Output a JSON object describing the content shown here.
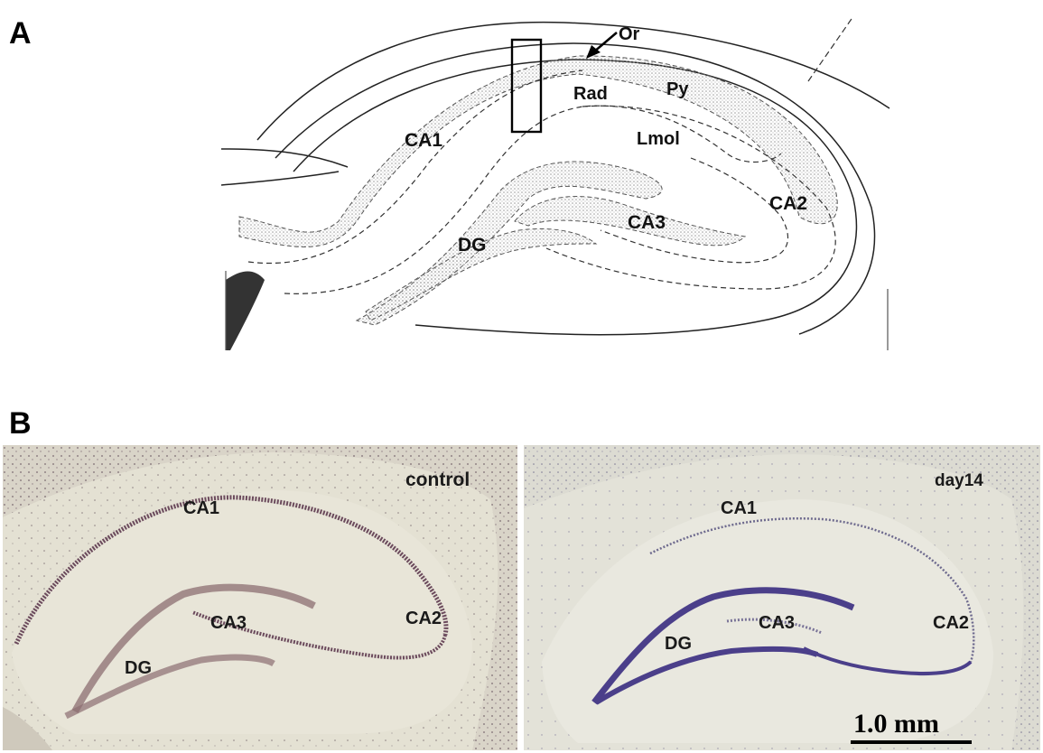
{
  "panels": {
    "a": {
      "letter": "A",
      "labels": {
        "or": "Or",
        "rad": "Rad",
        "py": "Py",
        "lmol": "Lmol",
        "ca1": "CA1",
        "ca2": "CA2",
        "ca3": "CA3",
        "dg": "DG"
      }
    },
    "b": {
      "letter": "B",
      "control": {
        "condition": "control",
        "labels": {
          "ca1": "CA1",
          "ca2": "CA2",
          "ca3": "CA3",
          "dg": "DG"
        }
      },
      "day14": {
        "condition": "day14",
        "labels": {
          "ca1": "CA1",
          "ca2": "CA2",
          "ca3": "CA3",
          "dg": "DG"
        }
      },
      "scale_bar": "1.0 mm"
    }
  },
  "colors": {
    "control_stain": "#6b4a5c",
    "day14_stain": "#4b3f8a",
    "tissue_background": "#e4e1d3"
  }
}
